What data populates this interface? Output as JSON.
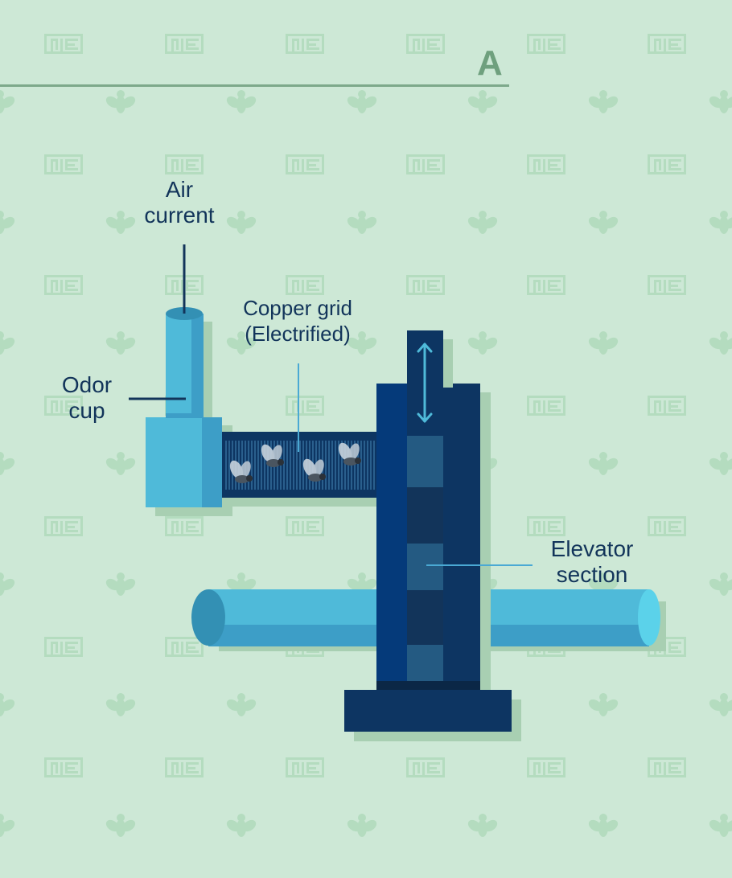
{
  "panel_letter": "A",
  "labels": {
    "air_current": [
      "Air",
      "current"
    ],
    "odor_cup": [
      "Odor",
      "cup"
    ],
    "copper_grid": [
      "Copper grid",
      "(Electrified)"
    ],
    "elevator_section": [
      "Elevator",
      "section"
    ]
  },
  "colors": {
    "background": "#cde8d6",
    "pattern": "#b4dcbf",
    "shadow": "#a8cfb2",
    "light_blue": "#4fbad9",
    "mid_blue": "#3d9ec7",
    "dark_navy": "#0d3562",
    "royal_blue": "#053a7a",
    "label_text": "#12345a",
    "leader_line": "#4aa9d4",
    "letter": "#6fa07e"
  },
  "icons": [
    "fly-icon",
    "logo-pattern-icon",
    "double-arrow-icon"
  ]
}
